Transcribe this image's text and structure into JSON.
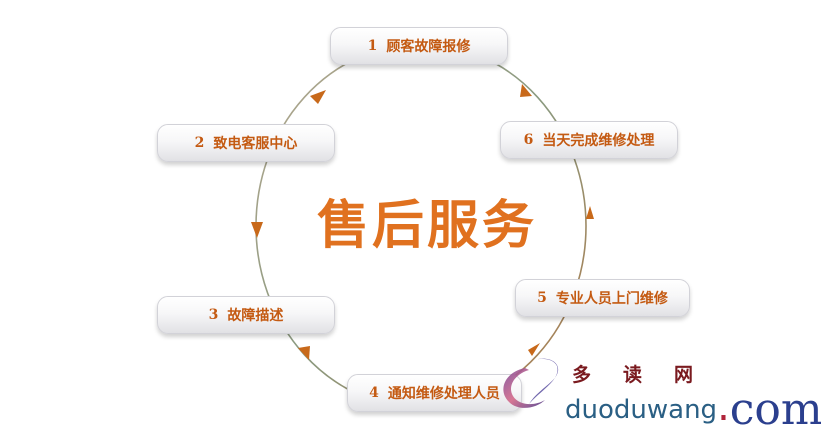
{
  "center_title": "售后服务",
  "steps": [
    {
      "num": "1",
      "label": "顾客故障报修"
    },
    {
      "num": "2",
      "label": "致电客服中心"
    },
    {
      "num": "3",
      "label": "故障描述"
    },
    {
      "num": "4",
      "label": "通知维修处理人员"
    },
    {
      "num": "5",
      "label": "专业人员上门维修"
    },
    {
      "num": "6",
      "label": "当天完成维修处理"
    }
  ],
  "watermark": {
    "cn": "多读网",
    "en_domain": "duoduwang",
    "en_dot": ".",
    "en_tld": "com"
  },
  "colors": {
    "text": "#c45a12",
    "title": "#e0711f",
    "ring": "#9a9a9a",
    "arrow": "#c8691a"
  }
}
